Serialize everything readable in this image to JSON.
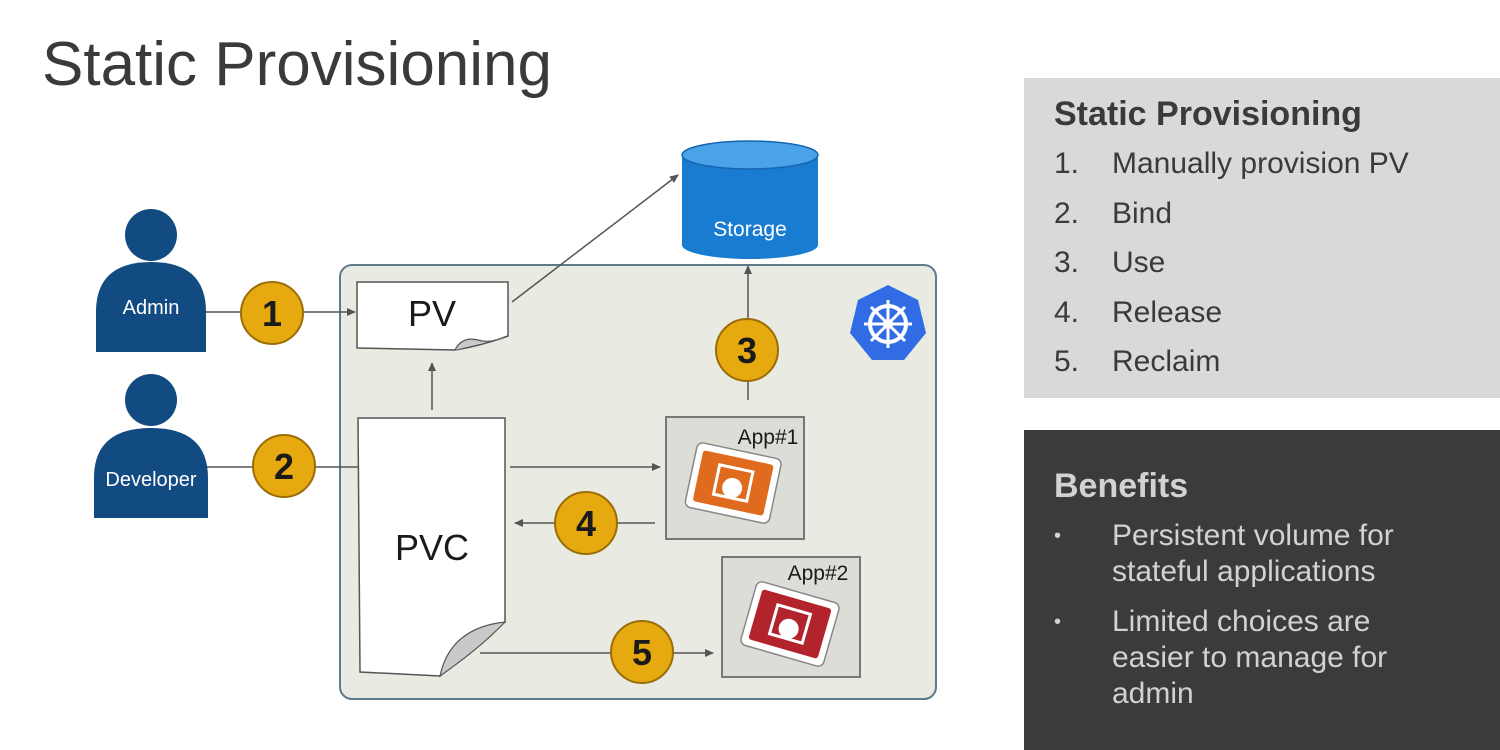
{
  "title": "Static Provisioning",
  "diagram": {
    "admin_label": "Admin",
    "developer_label": "Developer",
    "storage_label": "Storage",
    "pv_label": "PV",
    "pvc_label": "PVC",
    "app1_label": "App#1",
    "app2_label": "App#2",
    "steps": [
      "1",
      "2",
      "3",
      "4",
      "5"
    ],
    "kubernetes_icon": "kubernetes-helm-icon",
    "colors": {
      "person": "#124a82",
      "storage": "#1a7cd1",
      "badge": "#e6a910",
      "cluster_fill": "#e9eae2",
      "app1": "#e06b1e",
      "app2": "#b3232b",
      "k8s": "#326ce5"
    }
  },
  "steps_panel": {
    "title": "Static Provisioning",
    "items": [
      {
        "num": "1.",
        "text": "Manually provision PV"
      },
      {
        "num": "2.",
        "text": "Bind"
      },
      {
        "num": "3.",
        "text": "Use"
      },
      {
        "num": "4.",
        "text": "Release"
      },
      {
        "num": "5.",
        "text": "Reclaim"
      }
    ]
  },
  "benefits_panel": {
    "title": "Benefits",
    "bullet": "•",
    "items": [
      "Persistent volume for stateful applications",
      "Limited choices are easier to manage for admin"
    ]
  }
}
